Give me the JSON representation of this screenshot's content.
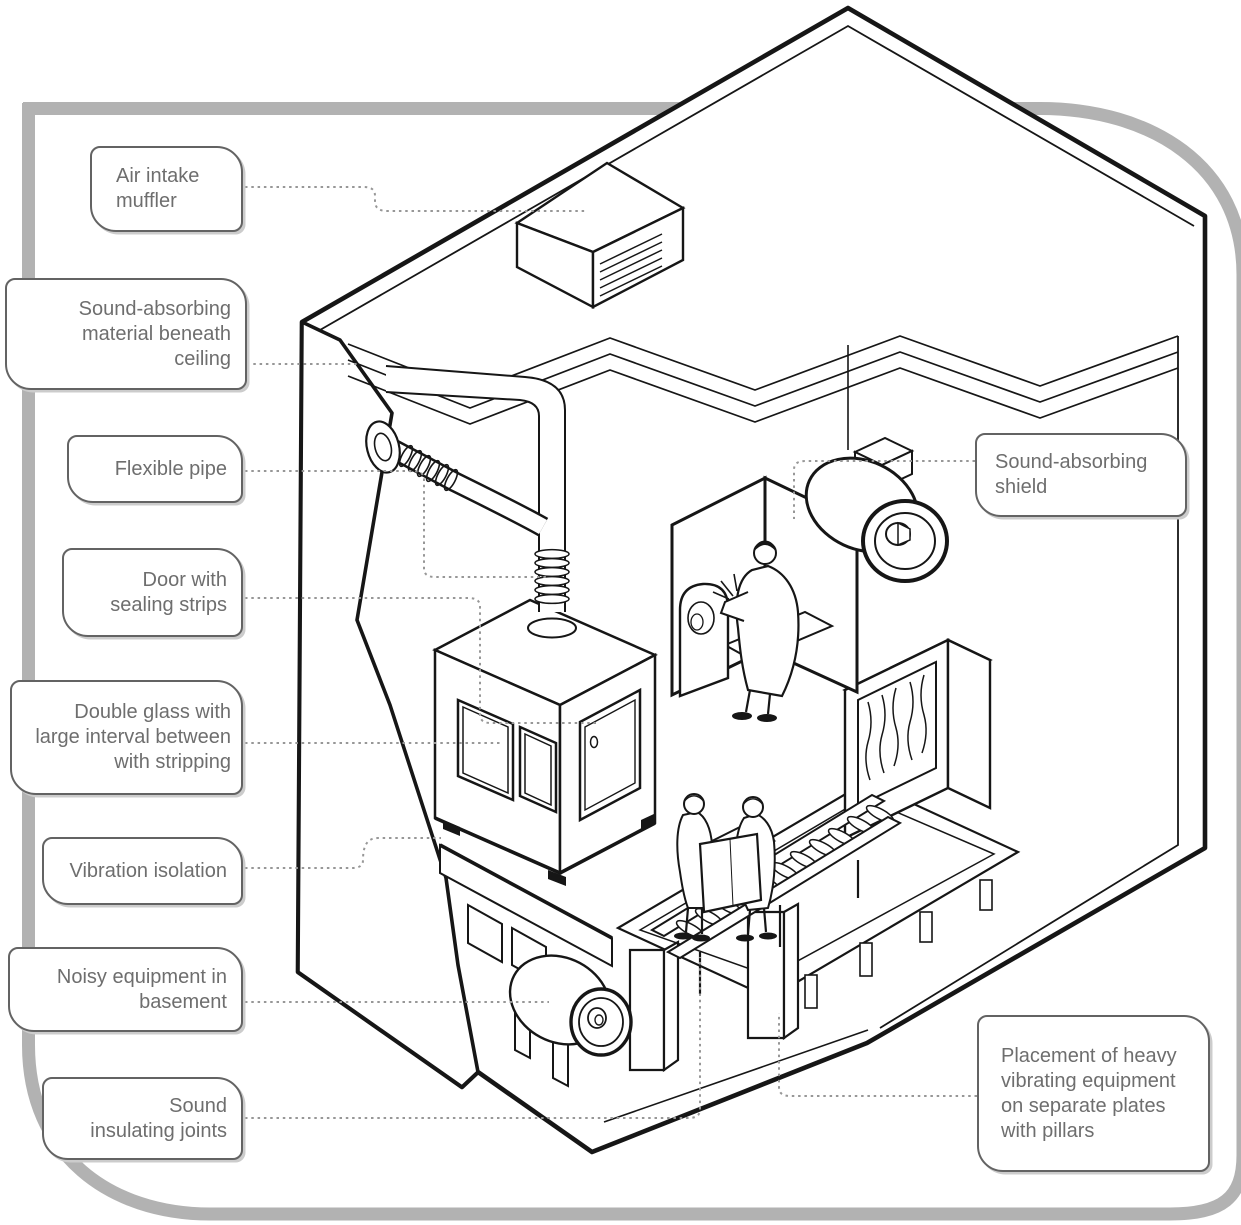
{
  "figure": {
    "type": "isometric cutaway technical illustration",
    "subject": "Noise control measures in an industrial building"
  },
  "labels": [
    {
      "id": "air-intake-muffler",
      "text": "Air intake\nmuffler"
    },
    {
      "id": "sound-absorbing-material",
      "text": "Sound-absorbing\nmaterial beneath\nceiling"
    },
    {
      "id": "flexible-pipe",
      "text": "Flexible pipe"
    },
    {
      "id": "door-sealing-strips",
      "text": "Door with\nsealing strips"
    },
    {
      "id": "double-glass",
      "text": "Double glass with\nlarge interval between\nwith stripping"
    },
    {
      "id": "vibration-isolation",
      "text": "Vibration isolation"
    },
    {
      "id": "noisy-equipment-basement",
      "text": "Noisy equipment in\nbasement"
    },
    {
      "id": "sound-insulating-joints",
      "text": "Sound\ninsulating joints"
    },
    {
      "id": "sound-absorbing-shield",
      "text": "Sound-absorbing\nshield"
    },
    {
      "id": "placement-heavy-equipment",
      "text": "Placement of heavy\nvibrating equipment\non separate plates\nwith pillars"
    }
  ],
  "colors": {
    "background": "#ffffff",
    "frame_gray": "#b2b2b2",
    "line_black": "#161616",
    "label_border": "#636363",
    "label_text": "#6e6e6e",
    "leader_dots": "#979797"
  }
}
